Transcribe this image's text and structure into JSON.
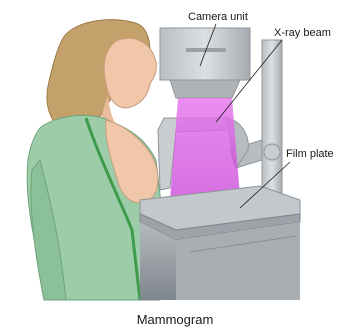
{
  "labels": {
    "camera_unit": "Camera unit",
    "xray_beam": "X-ray beam",
    "film_plate": "Film plate"
  },
  "caption": "Mammogram",
  "colors": {
    "gown": "#9ccda8",
    "gown_trim": "#3f9a4e",
    "skin": "#f0c7a8",
    "hair": "#c4a06a",
    "machine": "#c9cdd0",
    "machine_dark": "#8f959a",
    "beam": "#d65ce3"
  }
}
